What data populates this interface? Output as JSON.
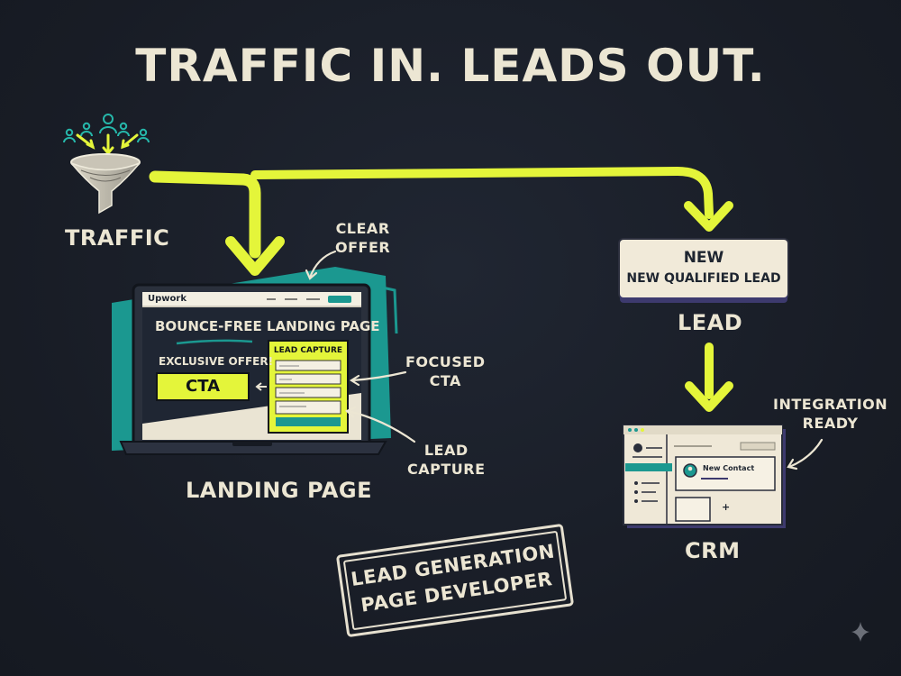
{
  "headline": "TRAFFIC IN. LEADS OUT.",
  "traffic": {
    "label": "TRAFFIC"
  },
  "landing": {
    "label": "LANDING PAGE",
    "brand": "Upwork",
    "page_title": "BOUNCE-FREE LANDING PAGE",
    "offer_text": "EXCLUSIVE OFFER!",
    "cta_label": "CTA",
    "form_title": "LEAD CAPTURE"
  },
  "callouts": {
    "clear_offer": [
      "CLEAR",
      "OFFER"
    ],
    "focused_cta": [
      "FOCUSED",
      "CTA"
    ],
    "lead_capture": [
      "LEAD",
      "CAPTURE"
    ],
    "integration_ready": [
      "INTEGRATION",
      "READY"
    ]
  },
  "lead": {
    "label": "LEAD",
    "notify_title": "NEW",
    "notify_sub": "NEW QUALIFIED LEAD"
  },
  "crm": {
    "label": "CRM",
    "contact": "New Contact",
    "add": "+"
  },
  "stamp": {
    "line1": "LEAD GENERATION",
    "line2": "PAGE DEVELOPER"
  },
  "colors": {
    "background": "#1a1f29",
    "accent": "#e4f53a",
    "teal": "#1b9890",
    "cream": "#ece6d3",
    "indigo": "#3d3a6e"
  },
  "icons": [
    "people-icon",
    "funnel-icon",
    "bell-icon",
    "sparkle-icon",
    "laptop-icon",
    "crm-window-icon"
  ]
}
